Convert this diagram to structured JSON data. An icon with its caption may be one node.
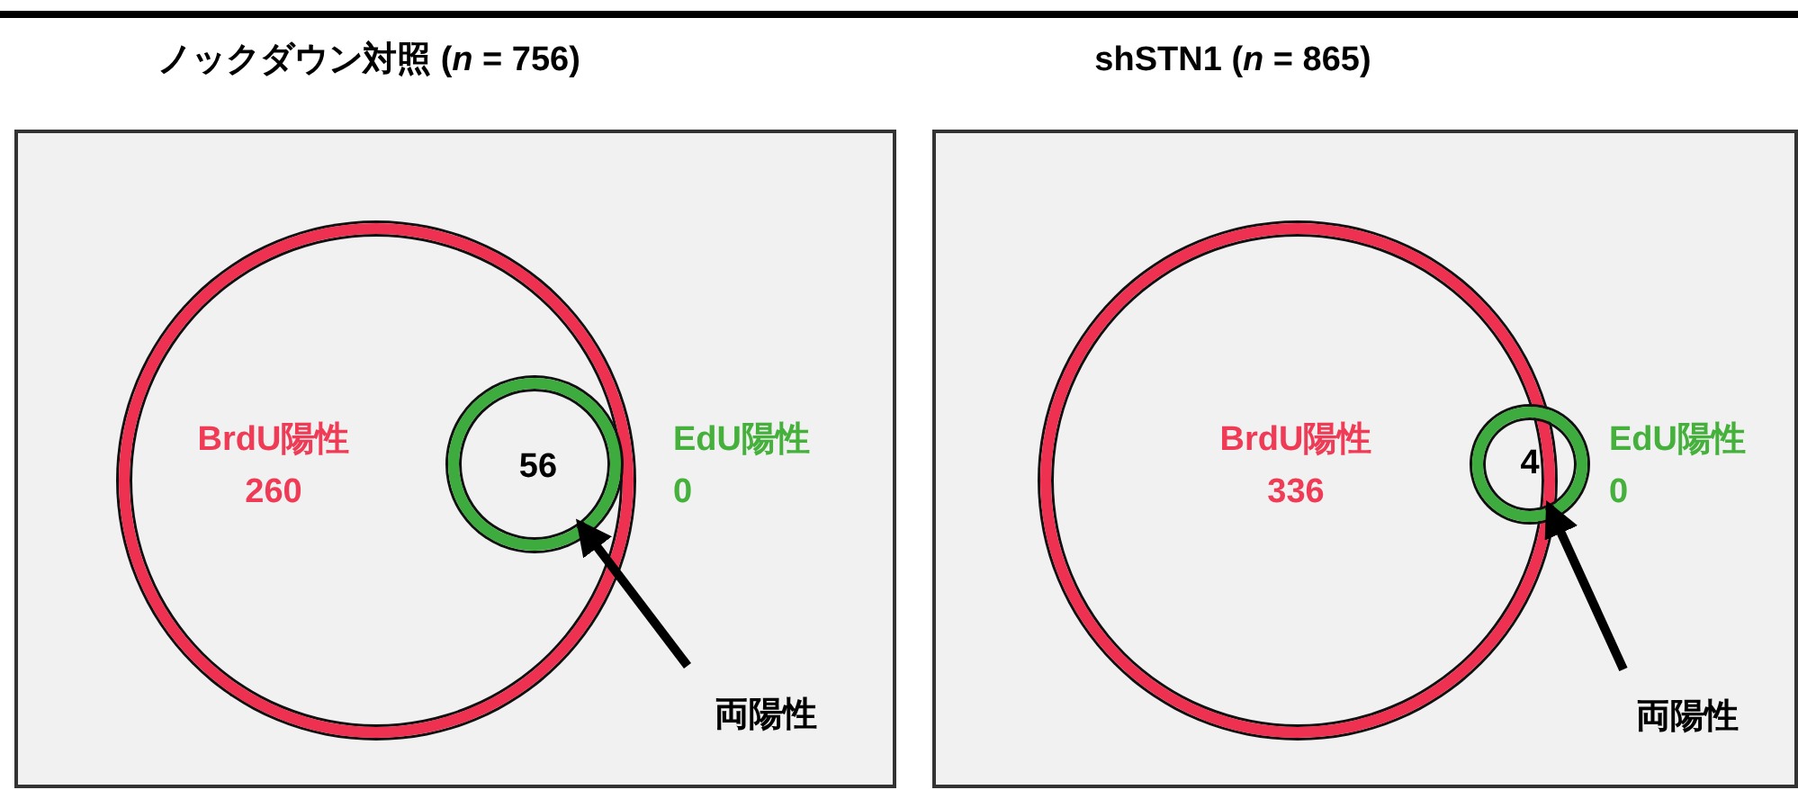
{
  "diagram": {
    "nodes": [
      {
        "text": [
          "ノックダウン対照 (*n* = 756)"
        ]
      },
      {
        "text": [
          "BrdU陽性",
          "260"
        ],
        "in": 0
      },
      {
        "text": [
          "56"
        ],
        "in": 1,
        "beside": [
          "EdU陽性",
          "0"
        ]
      },
      {
        "text": [
          "両陽性"
        ],
        "in": 0
      },
      {
        "text": [
          "shSTN1 (*n* = 865)"
        ]
      },
      {
        "text": [
          "BrdU陽性",
          "336"
        ],
        "in": 4
      },
      {
        "text": [
          "4"
        ],
        "in": 4,
        "beside": [
          "EdU陽性",
          "0"
        ]
      },
      {
        "text": [
          "両陽性"
        ],
        "in": 4
      }
    ],
    "edges": [
      {
        "from": 3,
        "to": 2,
        "arrow": "to"
      },
      {
        "from": 7,
        "to": 6,
        "arrow": "to"
      }
    ]
  }
}
